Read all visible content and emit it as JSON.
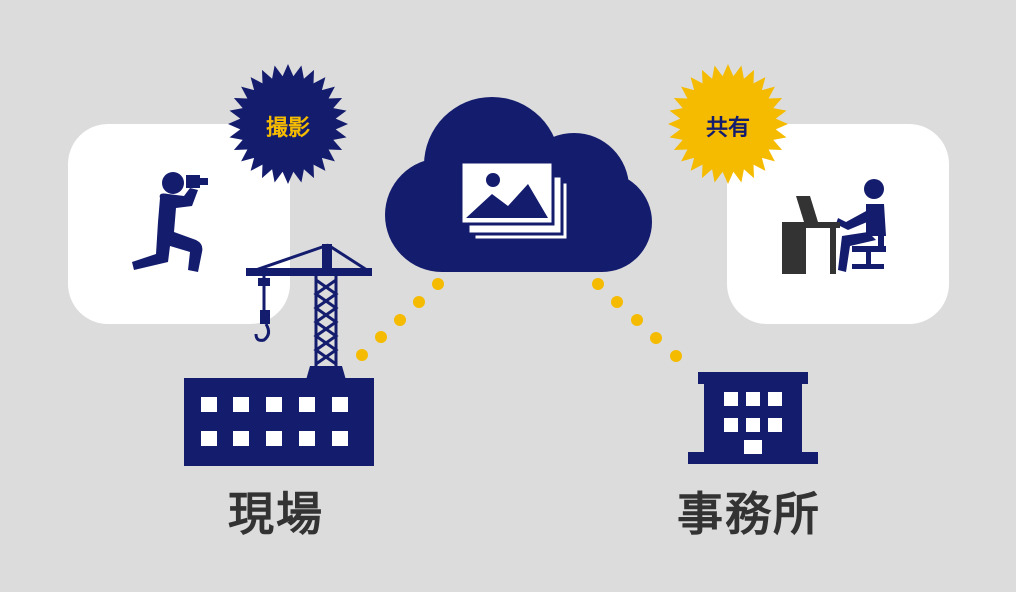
{
  "diagram": {
    "site_label": "現場",
    "office_label": "事務所",
    "shoot_badge": "撮影",
    "share_badge": "共有"
  },
  "colors": {
    "background": "#dcdcdc",
    "card": "#ffffff",
    "navy": "#141c6e",
    "yellow": "#f5bb00",
    "dark_gray": "#333333"
  },
  "icons": [
    "photographer-icon",
    "crane-icon",
    "building-icon",
    "cloud-icon",
    "photos-icon",
    "office-worker-icon",
    "office-building-icon"
  ]
}
